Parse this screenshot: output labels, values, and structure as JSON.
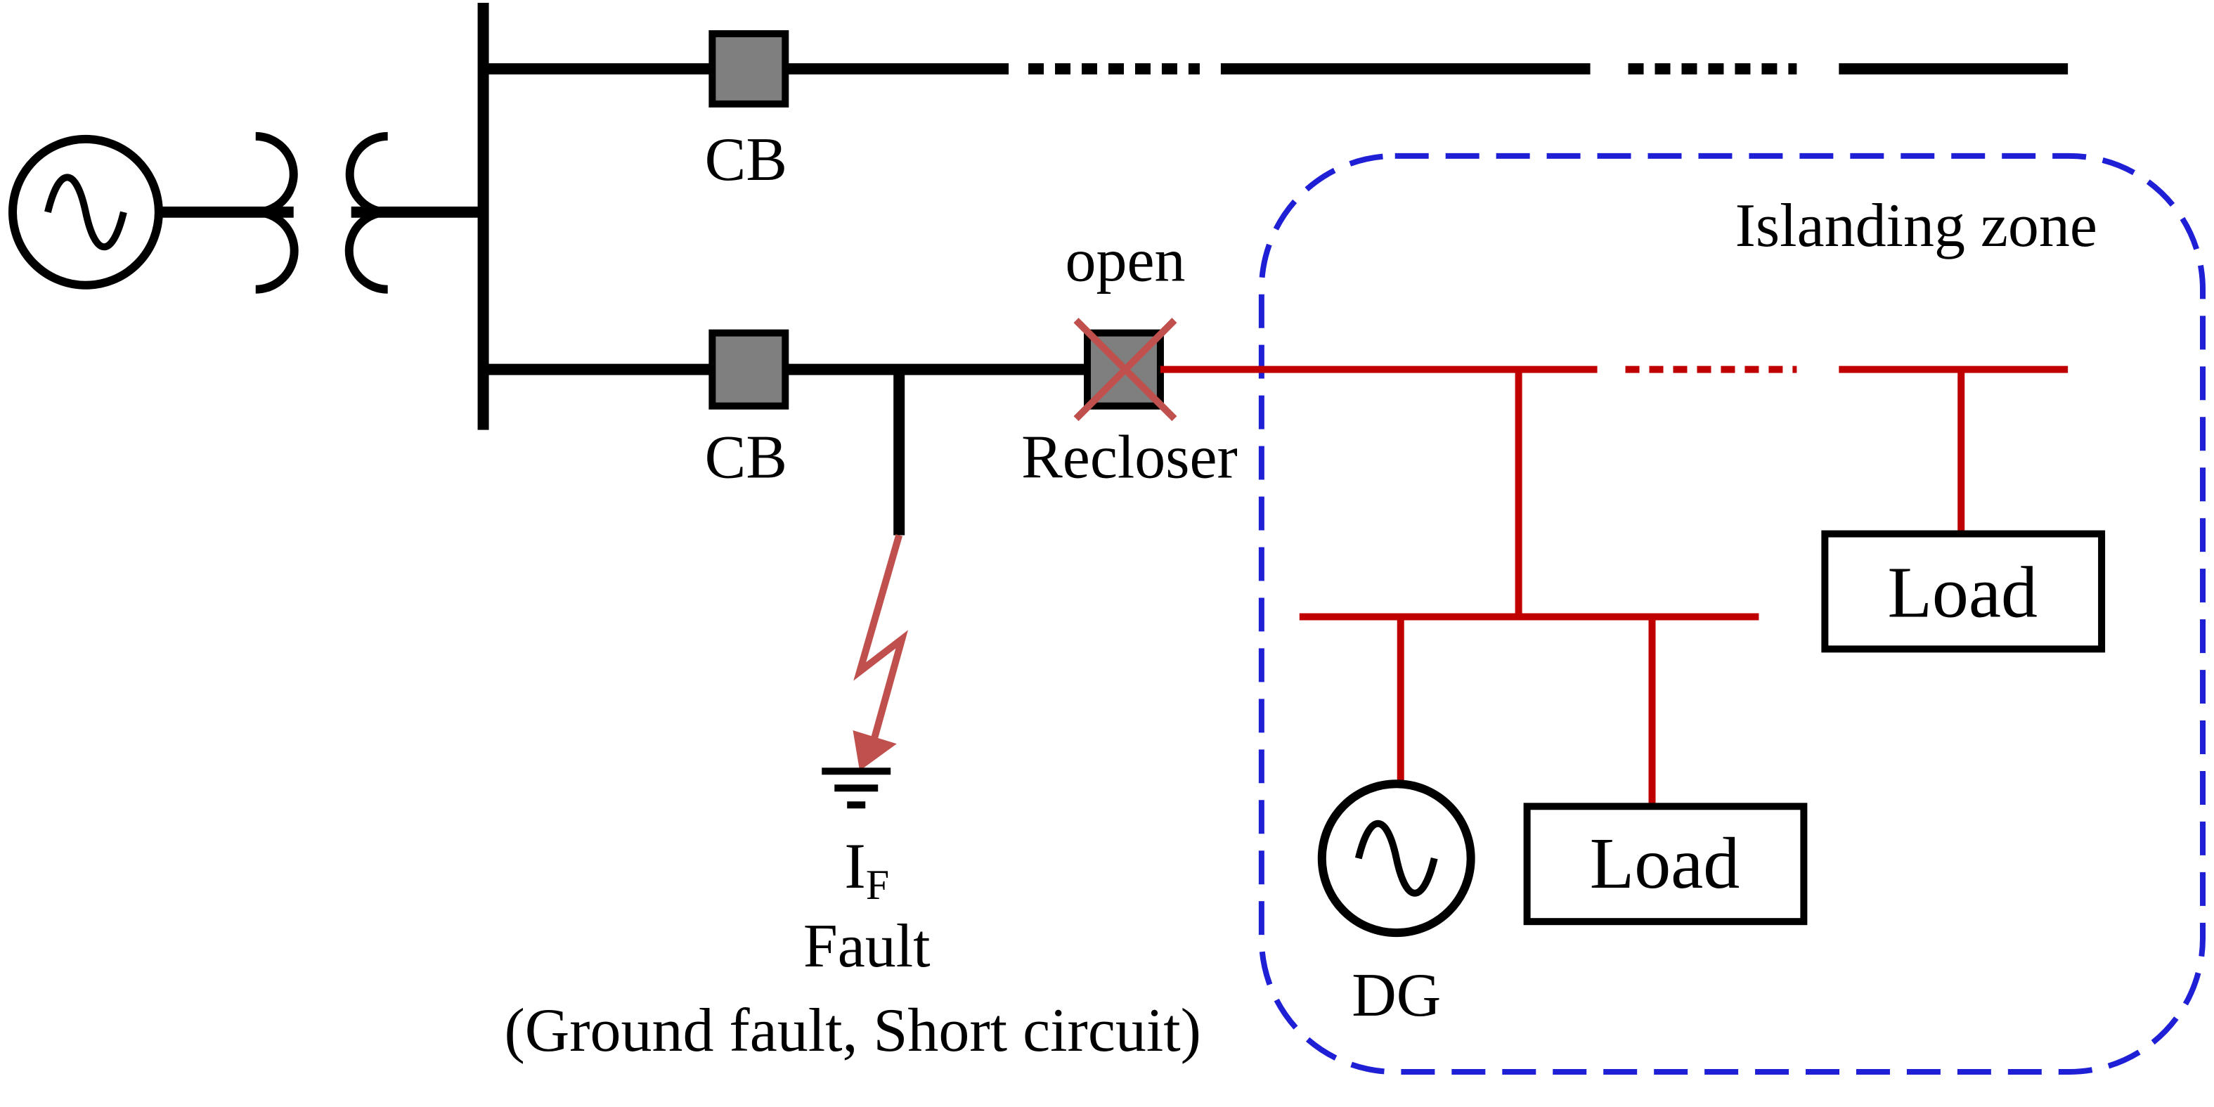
{
  "colors": {
    "line": "#000000",
    "islanded_line": "#c00000",
    "fault_arrow": "#c0504d",
    "breaker_fill": "#7f7f7f",
    "island_border": "#1f1fd6",
    "open_cross": "#c0504d"
  },
  "labels": {
    "cb_top": "CB",
    "cb_bottom": "CB",
    "recloser_state": "open",
    "recloser": "Recloser",
    "fault_current_main": "I",
    "fault_current_sub": "F",
    "fault": "Fault",
    "fault_types": "(Ground fault, Short circuit)",
    "zone": "Islanding zone",
    "load_1": "Load",
    "load_2": "Load",
    "dg": "DG"
  },
  "icons": {
    "source": "ac-source-icon",
    "transformer": "transformer-icon",
    "ground": "ground-icon",
    "fault": "lightning-arrow-icon",
    "dg": "ac-source-icon",
    "open_state": "cross-icon"
  }
}
